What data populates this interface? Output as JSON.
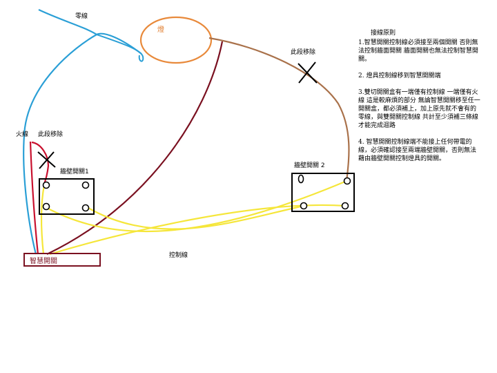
{
  "labels": {
    "neutral": "零線",
    "lamp": "燈",
    "remove_right": "此段移除",
    "live": "火線",
    "remove_left": "此段移除",
    "wall_switch_1": "牆壁開關1",
    "wall_switch_2": "牆壁開關 2",
    "smart_switch": "智慧開關",
    "control_wire": "控制線"
  },
  "notes": {
    "title": "接線原則",
    "items": [
      "1.智慧開關控制線必須接至兩個開關 否則無法控制牆面開關 牆面開關也無法控制智慧開關。",
      "2. 燈具控制線移到智慧開關端",
      "3.雙切開關盒有一端僅有控制線 一端僅有火線 這是較麻煩的部分 無論智慧開關移至任一開關盒，都必須補上，加上原先就不會有的零線，與雙開關控制線 共計至少須補三條線 才能完成迴路",
      "4. 智慧開關控制線端不能接上任何帶電的線，必須確認接至兩端牆壁開關，否則無法藉由牆壁開關控制燈具的開關。"
    ]
  },
  "colors": {
    "neutral": "#2a9fd6",
    "live": "#c8102e",
    "lamp": "#e8893a",
    "lamp_wire": "#a9714a",
    "smart_wire": "#7a1020",
    "control": "#f5e63a",
    "box": "#000000"
  }
}
